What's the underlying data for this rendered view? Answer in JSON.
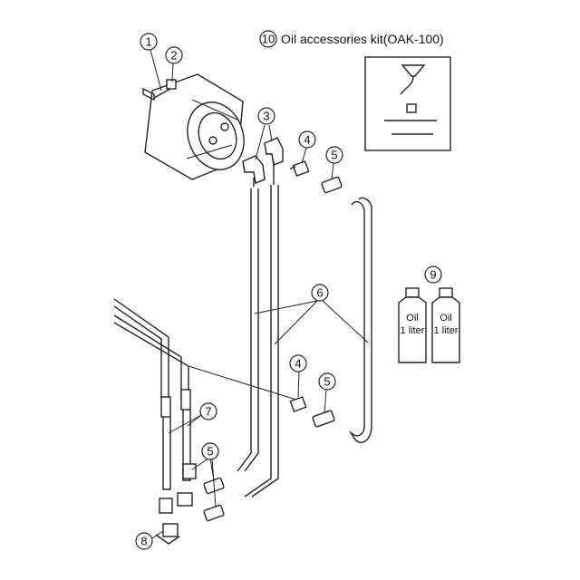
{
  "kit": {
    "number": "10",
    "label": "Oil accessories kit(OAK-100)"
  },
  "callouts": [
    {
      "id": "c1",
      "label": "1"
    },
    {
      "id": "c2",
      "label": "2"
    },
    {
      "id": "c3",
      "label": "3"
    },
    {
      "id": "c4a",
      "label": "4"
    },
    {
      "id": "c5a",
      "label": "5"
    },
    {
      "id": "c6",
      "label": "6"
    },
    {
      "id": "c9",
      "label": "9"
    },
    {
      "id": "c4b",
      "label": "4"
    },
    {
      "id": "c5b",
      "label": "5"
    },
    {
      "id": "c7",
      "label": "7"
    },
    {
      "id": "c5c",
      "label": "5"
    },
    {
      "id": "c8",
      "label": "8"
    }
  ],
  "bottles": [
    {
      "line1": "Oil",
      "line2": "1 liter"
    },
    {
      "line1": "Oil",
      "line2": "1 liter"
    }
  ]
}
